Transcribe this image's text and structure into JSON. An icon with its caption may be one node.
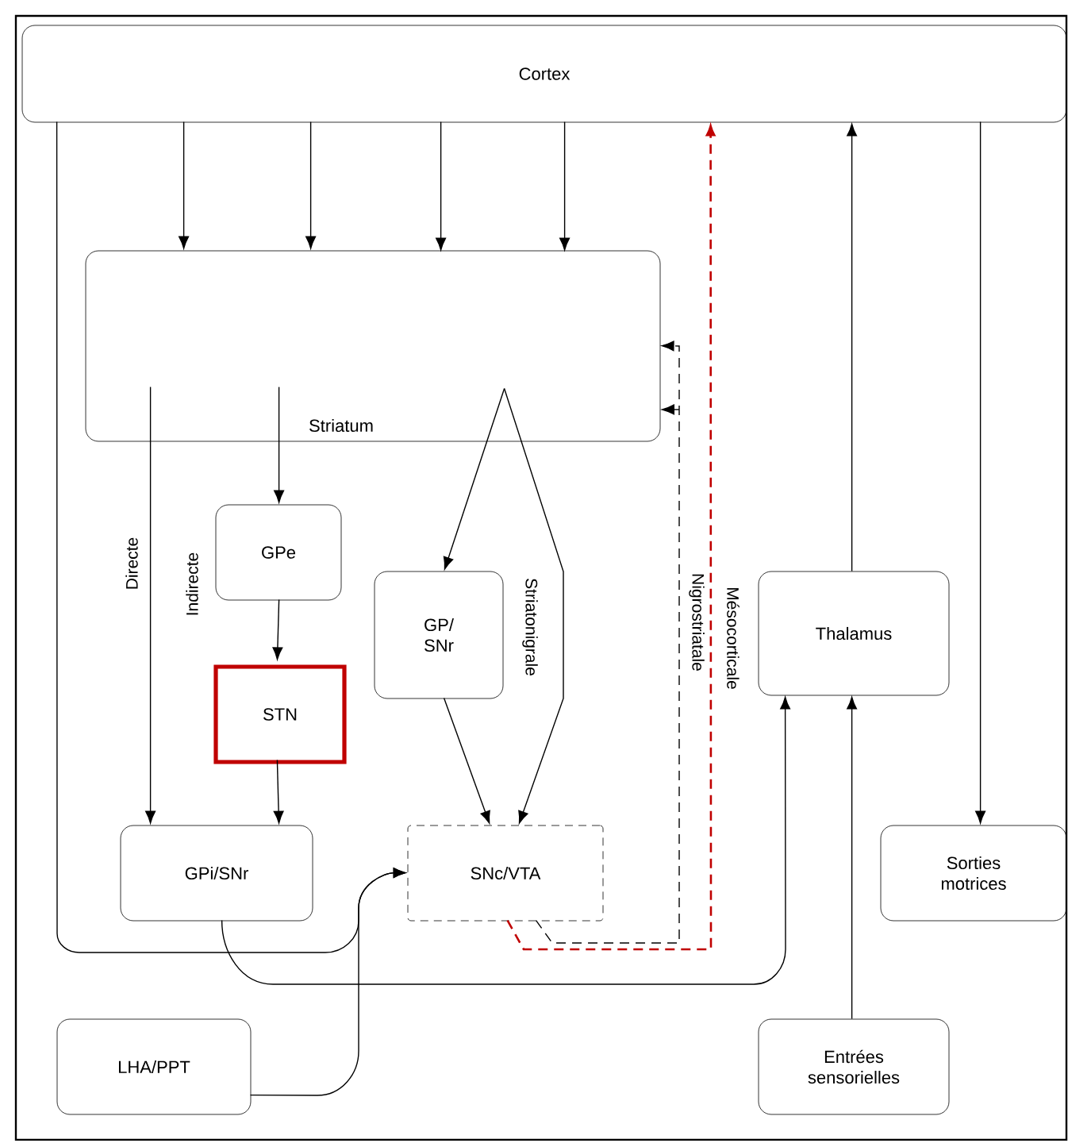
{
  "diagram": {
    "nodes": [
      {
        "text": [
          "Cortex"
        ]
      },
      {
        "text": [
          "Striatum"
        ]
      },
      {
        "text": [
          "GPe"
        ]
      },
      {
        "text": [
          "STN"
        ]
      },
      {
        "text": [
          "GP/ SNr"
        ]
      },
      {
        "text": [
          "GPi/SNr"
        ]
      },
      {
        "text": [
          "SNc/VTA"
        ]
      },
      {
        "text": [
          "Thalamus"
        ]
      },
      {
        "text": [
          "Sorties motrices"
        ]
      },
      {
        "text": [
          "LHA/PPT"
        ]
      },
      {
        "text": [
          "Entrées sensorielles"
        ]
      }
    ],
    "edges": [
      {
        "from": 0,
        "to": 1,
        "arrow": "to"
      },
      {
        "from": 0,
        "to": 1,
        "arrow": "to"
      },
      {
        "from": 0,
        "to": 1,
        "arrow": "to"
      },
      {
        "from": 0,
        "to": 1,
        "arrow": "to"
      },
      {
        "from": 1,
        "to": 5,
        "arrow": "to",
        "label": "Directe"
      },
      {
        "from": 1,
        "to": 2,
        "arrow": "to"
      },
      {
        "from": 2,
        "to": 3,
        "arrow": "to"
      },
      {
        "from": 3,
        "to": 5,
        "arrow": "to"
      },
      {
        "from": 1,
        "to": 4,
        "arrow": "to"
      },
      {
        "from": 1,
        "to": 6,
        "arrow": "to",
        "label": "Striatonigrale"
      },
      {
        "from": 4,
        "to": 6,
        "arrow": "to"
      },
      {
        "from": 0,
        "to": 6,
        "arrow": "to"
      },
      {
        "from": 9,
        "to": 6,
        "arrow": "to"
      },
      {
        "from": 6,
        "to": 1,
        "arrow": "to",
        "label": "Nigrostriatale",
        "style": "dashed"
      },
      {
        "from": 6,
        "to": 0,
        "arrow": "to",
        "label": "Mésocorticale",
        "style": "dashed",
        "color": "#c00000"
      },
      {
        "from": 7,
        "to": 0,
        "arrow": "to"
      },
      {
        "from": 0,
        "to": 8,
        "arrow": "to"
      },
      {
        "from": 10,
        "to": 7,
        "arrow": "to"
      },
      {
        "from": 5,
        "to": 7,
        "arrow": "to"
      }
    ],
    "labels": [
      "Indirecte"
    ]
  }
}
